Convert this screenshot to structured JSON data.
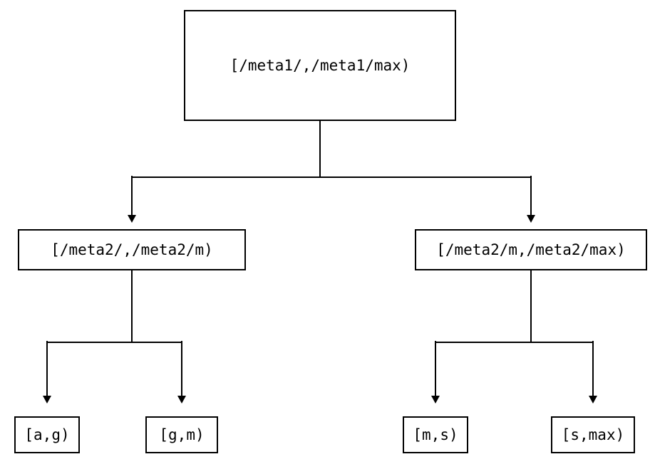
{
  "diagram": {
    "type": "tree",
    "root": {
      "label": "[/meta1/,/meta1/max)"
    },
    "level2": [
      {
        "label": "[/meta2/,/meta2/m)"
      },
      {
        "label": "[/meta2/m,/meta2/max)"
      }
    ],
    "leaves": [
      {
        "label": "[a,g)"
      },
      {
        "label": "[g,m)"
      },
      {
        "label": "[m,s)"
      },
      {
        "label": "[s,max)"
      }
    ],
    "colors": {
      "background": "#ffffff",
      "line": "#000000",
      "box_border": "#000000",
      "text": "#000000"
    }
  }
}
